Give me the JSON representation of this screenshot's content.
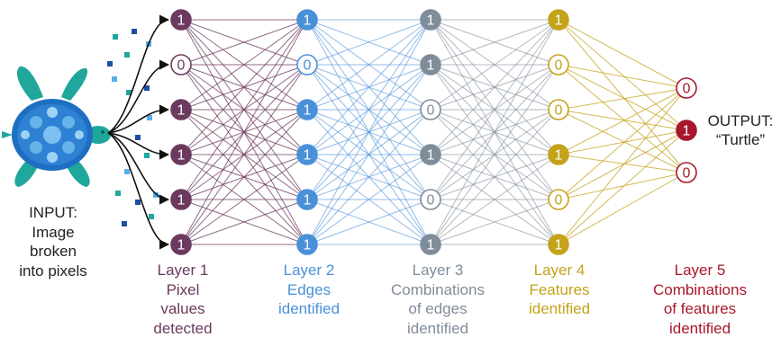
{
  "input": {
    "label_lines": [
      "INPUT:",
      "Image",
      "broken",
      "into pixels"
    ]
  },
  "output": {
    "label_lines": [
      "OUTPUT:",
      "“Turtle”"
    ]
  },
  "colors": {
    "layer1": "#6b3a5e",
    "layer2": "#4a90d9",
    "layer3": "#7f8c99",
    "layer4": "#c4a21a",
    "layer5": "#a8182c",
    "turtle_shell": "#2f7fd0",
    "turtle_body": "#20a8a0",
    "arrow": "#111111"
  },
  "layers": [
    {
      "name": "Layer 1",
      "caption_lines": [
        "Layer 1",
        "Pixel",
        "values",
        "detected"
      ],
      "color": "#6b3a5e",
      "nodes": [
        "1",
        "0",
        "1",
        "1",
        "1",
        "1"
      ]
    },
    {
      "name": "Layer 2",
      "caption_lines": [
        "Layer 2",
        "Edges",
        "identified"
      ],
      "color": "#4a90d9",
      "nodes": [
        "1",
        "0",
        "1",
        "1",
        "1",
        "1"
      ]
    },
    {
      "name": "Layer 3",
      "caption_lines": [
        "Layer 3",
        "Combinations",
        "of edges",
        "identified"
      ],
      "color": "#7f8c99",
      "nodes": [
        "1",
        "1",
        "0",
        "1",
        "0",
        "1"
      ]
    },
    {
      "name": "Layer 4",
      "caption_lines": [
        "Layer 4",
        "Features",
        "identified"
      ],
      "color": "#c4a21a",
      "nodes": [
        "1",
        "0",
        "0",
        "1",
        "0",
        "1"
      ]
    },
    {
      "name": "Layer 5",
      "caption_lines": [
        "Layer 5",
        "Combinations",
        "of features",
        "identified"
      ],
      "color": "#a8182c",
      "nodes": [
        "0",
        "1",
        "0"
      ]
    }
  ]
}
